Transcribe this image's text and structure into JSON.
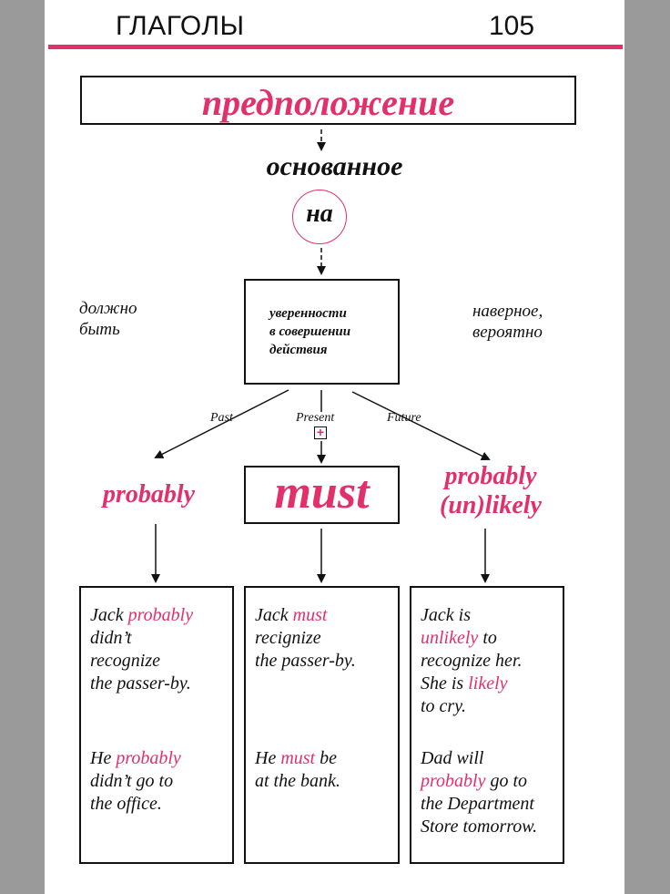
{
  "header": {
    "title": "ГЛАГОЛЫ",
    "page_number": "105"
  },
  "diagram": {
    "top_title": "предположение",
    "based": "основанное",
    "circle": "на",
    "left_note": [
      "должно",
      "быть"
    ],
    "right_note": [
      "наверное,",
      "вероятно"
    ],
    "center_box": [
      "уверенности",
      "в совершении",
      "действия"
    ],
    "branches": {
      "past": "Past",
      "present": "Present",
      "future": "Future",
      "plus": "+"
    },
    "words": {
      "left": "probably",
      "center": "must",
      "right_line1": "probably",
      "right_line2": "(un)likely"
    }
  },
  "examples": {
    "col1": {
      "a": [
        "Jack ",
        "probably",
        "didn’t",
        "recognize",
        "the passer-by."
      ],
      "b": [
        "He ",
        "probably",
        "didn’t go to",
        "the office."
      ]
    },
    "col2": {
      "a": [
        "Jack ",
        "must",
        "recignize",
        "the passer-by."
      ],
      "b": [
        "He ",
        "must",
        " be",
        "at the bank."
      ]
    },
    "col3": {
      "a": [
        "Jack is",
        "unlikely",
        " to",
        "recognize her.",
        "She is ",
        "likely",
        "to cry."
      ],
      "b": [
        "Dad will",
        "probably",
        " go to",
        "the Department",
        "Store tomorrow."
      ]
    }
  },
  "colors": {
    "accent": "#e2306b",
    "ink": "#111111"
  }
}
